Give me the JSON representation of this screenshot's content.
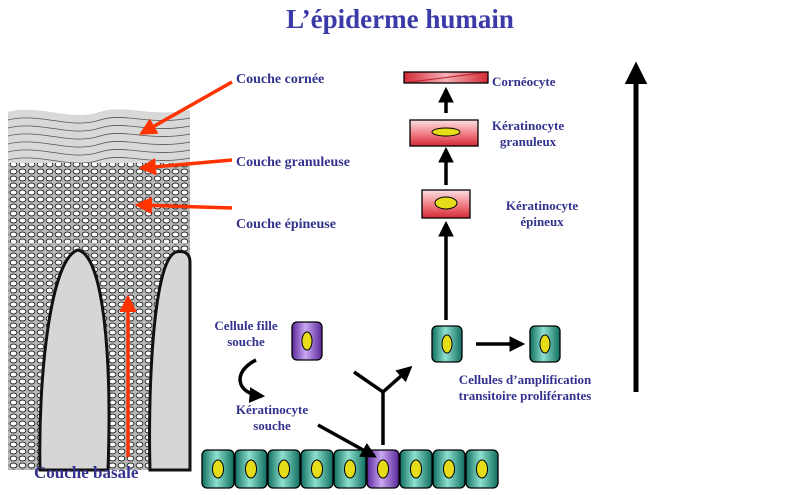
{
  "title": "L’épiderme humain",
  "layers": {
    "cornee": "Couche cornée",
    "granuleuse": "Couche granuleuse",
    "epineuse": "Couche épineuse",
    "basale": "Couche basale"
  },
  "cells": {
    "corneocyte": "Cornéocyte",
    "granuleux_1": "Kératinocyte",
    "granuleux_2": "granuleux",
    "epineux_1": "Kératinocyte",
    "epineux_2": "épineux",
    "fille_1": "Cellule fille",
    "fille_2": "souche",
    "souche_1": "Kératinocyte",
    "souche_2": "souche",
    "amplif_1": "Cellules d’amplification",
    "amplif_2": "transitoire proliférantes"
  },
  "colors": {
    "title": "#3a3aa8",
    "label": "#33338f",
    "pointer_arrow": "#ff3300",
    "basal_cell": "#2aa38f",
    "stem_cell": "#7b3fc4",
    "nucleus": "#e6dc1a",
    "differentiated_cell": "#e8404a"
  }
}
